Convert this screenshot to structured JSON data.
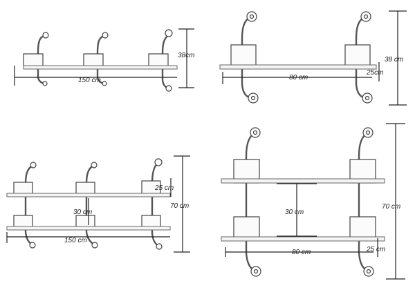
{
  "figures": [
    {
      "name": "three-bracket-single-shelf",
      "width_label": "150 cm",
      "height_label": "38cm"
    },
    {
      "name": "two-bracket-single-shelf",
      "width_label": "80 cm",
      "height_label": "38 cm",
      "depth_label": "25cm"
    },
    {
      "name": "three-bracket-double-shelf",
      "width_label": "150 cm",
      "height_label": "70 cm",
      "depth_label": "25 cm",
      "spacing_label": "30 cm"
    },
    {
      "name": "two-bracket-double-shelf",
      "width_label": "80 cm",
      "height_label": "70 cm",
      "depth_label": "25 cm",
      "spacing_label": "30 cm"
    }
  ]
}
